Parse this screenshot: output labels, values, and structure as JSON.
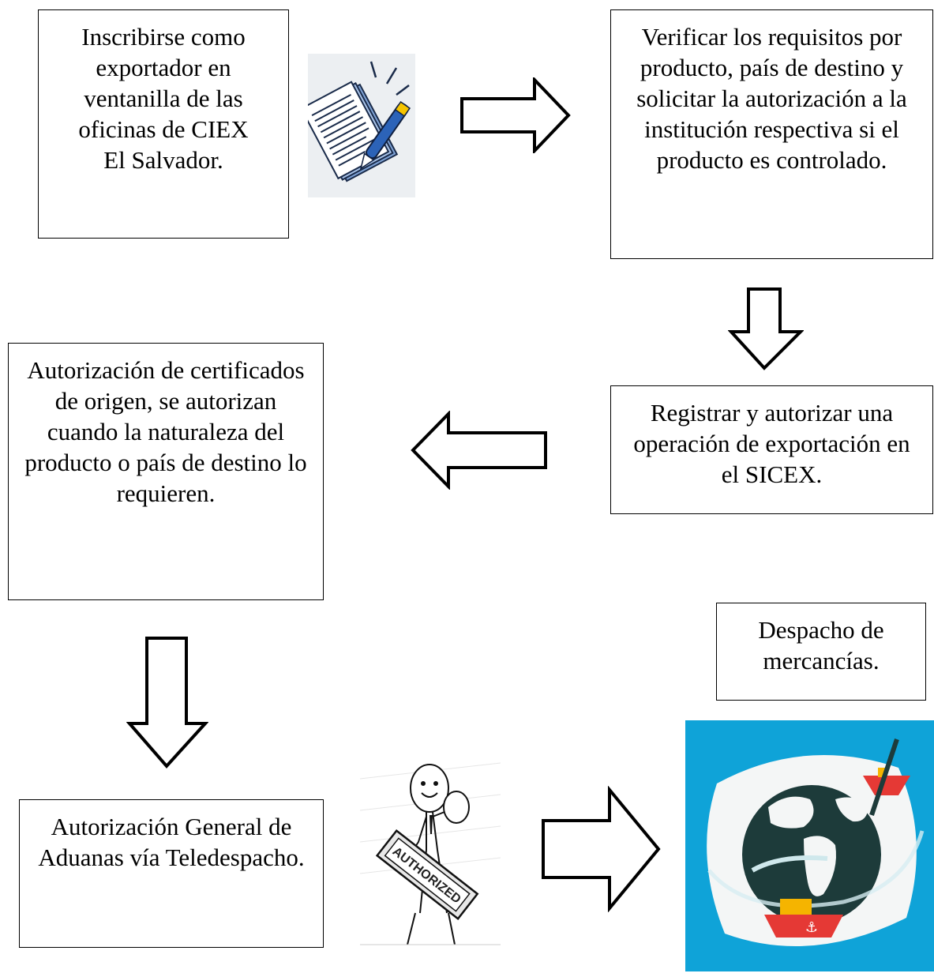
{
  "steps": {
    "step1": "Inscribirse como exportador en ventanilla de las oficinas de CIEX El Salvador.",
    "step2": "Verificar los requisitos por producto, país de destino y solicitar la autorización a la institución respectiva si el producto es controlado.",
    "step3": "Registrar y autorizar una operación de exportación en el SICEX.",
    "step4": "Autorización de certificados de origen, se autorizan cuando la naturaleza del producto o país de destino lo requieren.",
    "step5": "Autorización General de Aduanas vía Teledespacho.",
    "step6": "Despacho de mercancías."
  },
  "illustrations": {
    "stamp_text": "AUTHORIZED"
  },
  "colors": {
    "globe_bg": "#0fa3d8",
    "ocean": "#1d3b3a",
    "land": "#f5f7f6",
    "ship_red": "#e53935",
    "ship_yellow": "#f5b400",
    "paper_blue": "#8fb4e3",
    "pen_blue": "#2c63b8"
  }
}
